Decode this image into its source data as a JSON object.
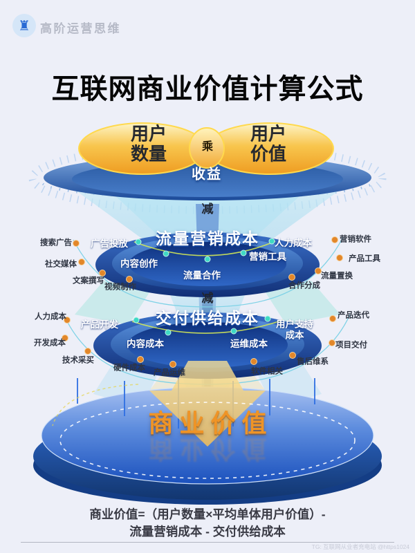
{
  "page": {
    "background": "#edeff8"
  },
  "header": {
    "brand": "高阶运营思维",
    "logo_icon": "rook-icon"
  },
  "title": "互联网商业价值计算公式",
  "funnel": {
    "top": {
      "factor_left": "用户数量",
      "operator": "乘",
      "factor_right": "用户价值",
      "result": "收益"
    },
    "minus": "减",
    "layer1": {
      "title": "流量营销成本",
      "disc_labels": [
        "广告投放",
        "内容创作",
        "流量合作",
        "营销工具",
        "人力成本"
      ],
      "ext_left": [
        "搜索广告",
        "社交媒体",
        "文案撰写",
        "视频制作"
      ],
      "ext_right": [
        "营销软件",
        "产品工具",
        "流量置换",
        "合作分成"
      ]
    },
    "layer2": {
      "title": "交付供给成本",
      "disc_labels": [
        "产品开发",
        "内容成本",
        "运维成本",
        "用户支持成本"
      ],
      "ext_left": [
        "人力成本",
        "开发成本",
        "技术采买",
        "硬件成本",
        "产品运维"
      ],
      "ext_right": [
        "产品迭代",
        "项目交付",
        "售后维系",
        "软件相关"
      ]
    },
    "base": {
      "title": "商业价值"
    }
  },
  "formula": {
    "line1": "商业价值=（用户数量×平均单体用户价值）-",
    "line2": "流量营销成本 - 交付供给成本"
  },
  "watermark": "TG: 互联网从业者充电站 @https1024",
  "colors": {
    "gold": "#f6b03a",
    "deep_blue": "#1d4c9c",
    "bright_blue": "#2a6ad4",
    "funnel_cyan": "#9fdcec",
    "orange_dot": "#e2872a",
    "teal_dot": "#3fd9c4",
    "biz_orange": "#ef9426",
    "arc_green": "#d3e857"
  }
}
